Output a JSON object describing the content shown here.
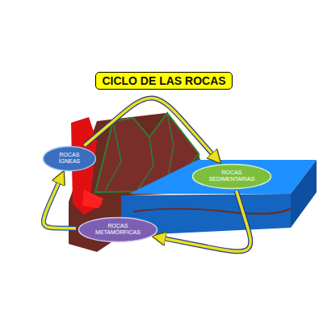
{
  "diagram": {
    "title": "CICLO DE LAS ROCAS",
    "nodes": [
      {
        "text": [
          "ROCAS ÍGNEAS"
        ]
      },
      {
        "text": [
          "ROCAS SEDIMENTARIAS"
        ]
      },
      {
        "text": [
          "ROCAS METAMÓRFICAS"
        ]
      }
    ],
    "edges": [
      {
        "from": 0,
        "to": 1,
        "arrow": "to"
      },
      {
        "from": 1,
        "to": 2,
        "arrow": "to"
      },
      {
        "from": 2,
        "to": 0,
        "arrow": "to"
      }
    ]
  }
}
